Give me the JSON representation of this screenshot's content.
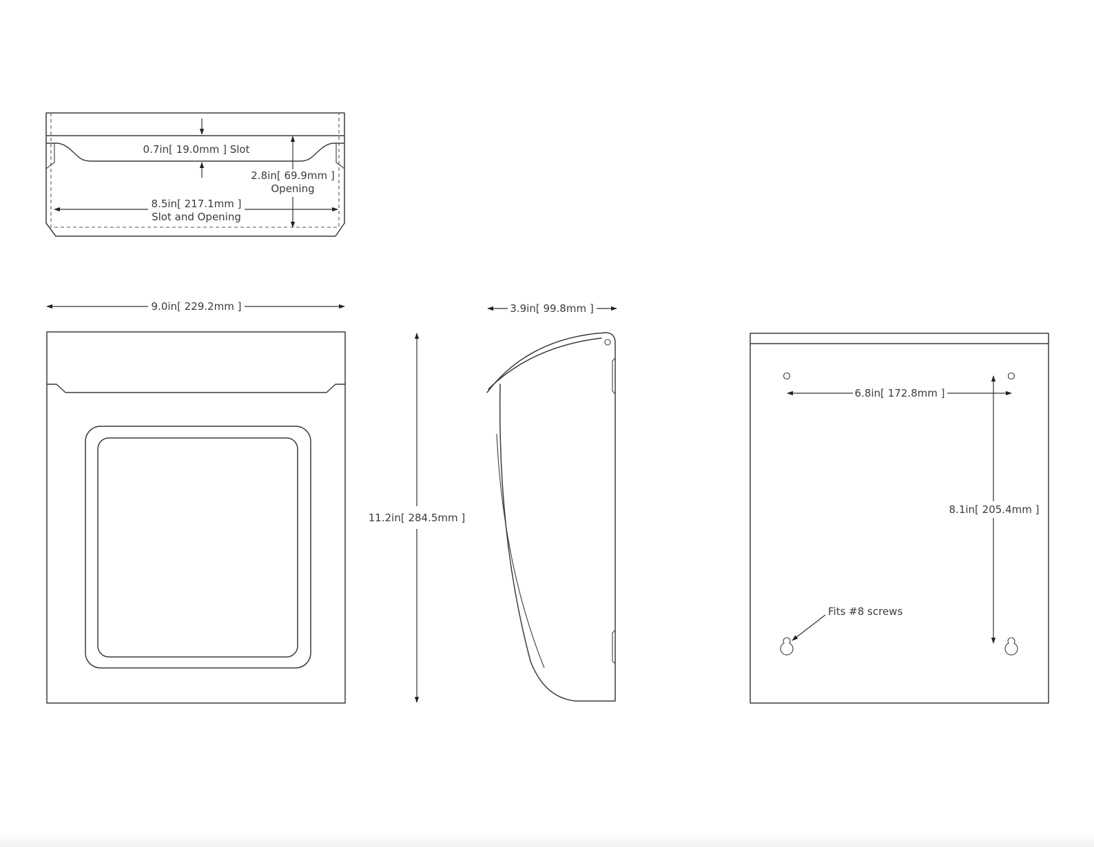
{
  "labels": {
    "slot_dim": "0.7in[ 19.0mm ] Slot",
    "opening_dim_line1": "2.8in[ 69.9mm ]",
    "opening_dim_line2": "Opening",
    "slot_opening_width_line1": "8.5in[ 217.1mm ]",
    "slot_opening_width_line2": "Slot and Opening",
    "front_width": "9.0in[ 229.2mm ]",
    "height": "11.2in[ 284.5mm ]",
    "depth": "3.9in[ 99.8mm ]",
    "hole_spacing_horizontal": "6.8in[ 172.8mm ]",
    "hole_spacing_vertical": "8.1in[ 205.4mm ]",
    "screw_note": "Fits #8 screws"
  },
  "colors": {
    "line": "#3a3a3a",
    "background": "#ffffff"
  }
}
